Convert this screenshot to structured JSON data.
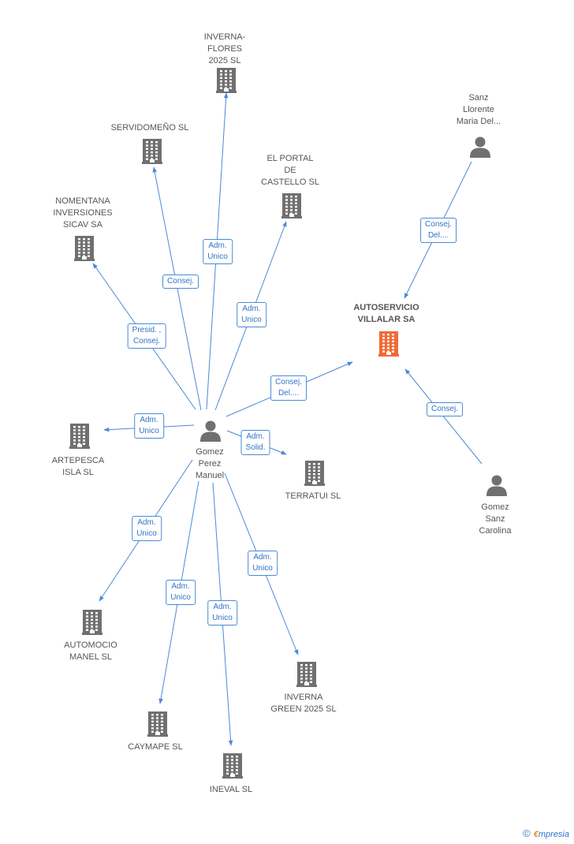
{
  "colors": {
    "edge": "#4a8ad6",
    "building": "#707070",
    "building_main": "#f26a35",
    "person": "#707070"
  },
  "nodes": [
    {
      "id": "inverna_flores",
      "type": "company",
      "label": "INVERNA-\nFLORES\n2025 SL",
      "main": false
    },
    {
      "id": "servidomeno",
      "type": "company",
      "label": "SERVIDOMEÑO SL",
      "main": false
    },
    {
      "id": "el_portal",
      "type": "company",
      "label": "EL PORTAL\nDE\nCASTELLO SL",
      "main": false
    },
    {
      "id": "nomentana",
      "type": "company",
      "label": "NOMENTANA\nINVERSIONES\nSICAV SA",
      "main": false
    },
    {
      "id": "sanz_llorente",
      "type": "person",
      "label": "Sanz\nLlorente\nMaria Del...",
      "main": false
    },
    {
      "id": "autoservicio",
      "type": "company",
      "label": "AUTOSERVICIO\nVILLALAR SA",
      "main": true
    },
    {
      "id": "gomez_perez",
      "type": "person",
      "label": "Gomez\nPerez\nManuel",
      "main": false
    },
    {
      "id": "artepesca",
      "type": "company",
      "label": "ARTEPESCA\nISLA SL",
      "main": false
    },
    {
      "id": "terratui",
      "type": "company",
      "label": "TERRATUI SL",
      "main": false
    },
    {
      "id": "gomez_sanz",
      "type": "person",
      "label": "Gomez\nSanz\nCarolina",
      "main": false
    },
    {
      "id": "automocio",
      "type": "company",
      "label": "AUTOMOCIO\nMANEL SL",
      "main": false
    },
    {
      "id": "inverna_green",
      "type": "company",
      "label": "INVERNA\nGREEN 2025 SL",
      "main": false
    },
    {
      "id": "caymape",
      "type": "company",
      "label": "CAYMAPE  SL",
      "main": false
    },
    {
      "id": "ineval",
      "type": "company",
      "label": "INEVAL SL",
      "main": false
    }
  ],
  "edges": [
    {
      "from": "gomez_perez",
      "to": "inverna_flores",
      "label": "Adm.\nUnico"
    },
    {
      "from": "gomez_perez",
      "to": "servidomeno",
      "label": "Consej."
    },
    {
      "from": "gomez_perez",
      "to": "el_portal",
      "label": "Adm.\nUnico"
    },
    {
      "from": "gomez_perez",
      "to": "nomentana",
      "label": "Presid. ,\nConsej."
    },
    {
      "from": "gomez_perez",
      "to": "autoservicio",
      "label": "Consej.\nDel...."
    },
    {
      "from": "sanz_llorente",
      "to": "autoservicio",
      "label": "Consej.\nDel...."
    },
    {
      "from": "gomez_sanz",
      "to": "autoservicio",
      "label": "Consej."
    },
    {
      "from": "gomez_perez",
      "to": "artepesca",
      "label": "Adm.\nUnico"
    },
    {
      "from": "gomez_perez",
      "to": "terratui",
      "label": "Adm.\nSolid."
    },
    {
      "from": "gomez_perez",
      "to": "automocio",
      "label": "Adm.\nUnico"
    },
    {
      "from": "gomez_perez",
      "to": "caymape",
      "label": "Adm.\nUnico"
    },
    {
      "from": "gomez_perez",
      "to": "ineval",
      "label": "Adm.\nUnico"
    },
    {
      "from": "gomez_perez",
      "to": "inverna_green",
      "label": "Adm.\nUnico"
    }
  ],
  "footer": {
    "copyright": "©",
    "brand_initial": "€",
    "brand_rest": "mpresia"
  }
}
